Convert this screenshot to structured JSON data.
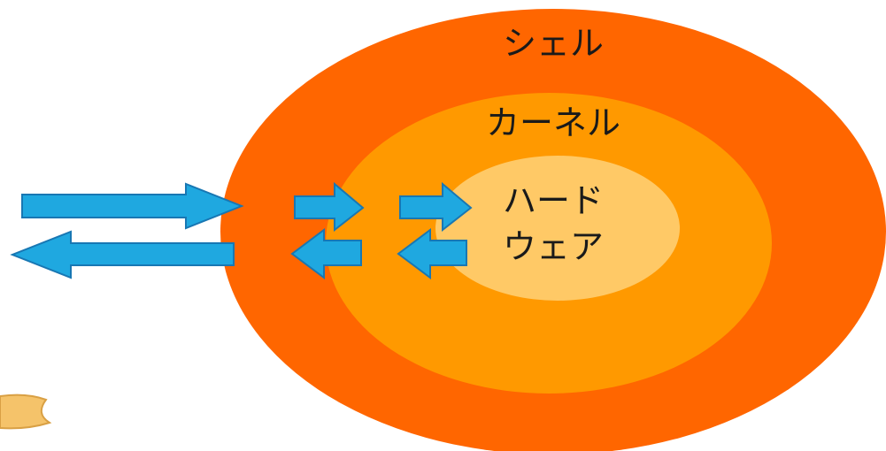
{
  "layers": {
    "shell": {
      "label": "シェル",
      "color": "#ff6600"
    },
    "kernel": {
      "label": "カーネル",
      "color": "#ff9900"
    },
    "hardware": {
      "label_line1": "ハード",
      "label_line2": "ウェア",
      "color": "#ffc966"
    }
  },
  "arrows": {
    "fill": "#1fa8e0",
    "stroke": "#1877b3"
  },
  "decoration": {
    "color": "#f5c36a"
  }
}
